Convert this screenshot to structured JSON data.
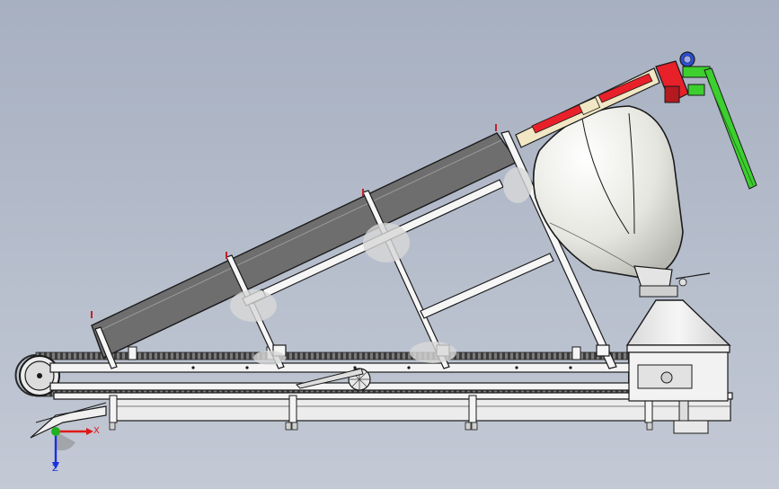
{
  "viewport": {
    "background_top": "#a7b0c1",
    "background_bottom": "#c3c9d5"
  },
  "model": {
    "description_icons": [
      "conveyor",
      "bulk-bag-discharger",
      "hopper"
    ],
    "colors": {
      "frame_outline": "#1a1a1a",
      "frame_fill": "#f2f2f2",
      "belt_dark": "#6e6e6e",
      "chain": "#4a4a4a",
      "bag": "#e9e9e4",
      "lift_arm_red": "#e8202a",
      "lift_arm_block": "#f1e7c4",
      "hoist_green": "#3ccf2e",
      "motor_blue": "#2a4fd6"
    }
  },
  "triad": {
    "x_label": "X",
    "z_label": "Z",
    "x_color": "#e01818",
    "y_color": "#20b020",
    "z_color": "#1830e0"
  }
}
